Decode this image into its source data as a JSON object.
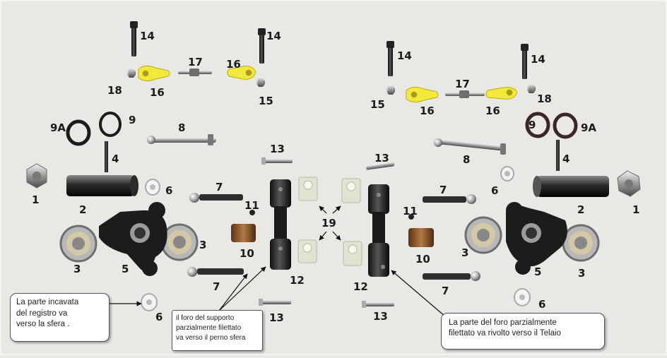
{
  "labels": {
    "p1": "1",
    "p2": "2",
    "p3": "3",
    "p4": "4",
    "p5": "5",
    "p6": "6",
    "p7": "7",
    "p8": "8",
    "p9": "9",
    "p9a": "9A",
    "p10": "10",
    "p11": "11",
    "p12": "12",
    "p13": "13",
    "p14": "14",
    "p15": "15",
    "p16": "16",
    "p17": "17",
    "p18": "18",
    "p19": "19"
  },
  "notes": {
    "sphere_side": [
      "La parte incavata",
      "del registro va",
      "verso la  sfera ."
    ],
    "support_hole": [
      "il foro del supporto",
      "parzialmente filettato",
      "va verso il perno sfera"
    ],
    "frame_side": [
      "La parte del foro parzialmente",
      "filettato va rivolto verso il Telaio"
    ]
  },
  "colors": {
    "background": "#e9e8e5",
    "yellow_parts": "#f2e93b",
    "black_parts": "#1c1c1c",
    "metal": "#8d8d8d",
    "brass": "#8a5a2e",
    "bushing": "#dfe3cf"
  }
}
